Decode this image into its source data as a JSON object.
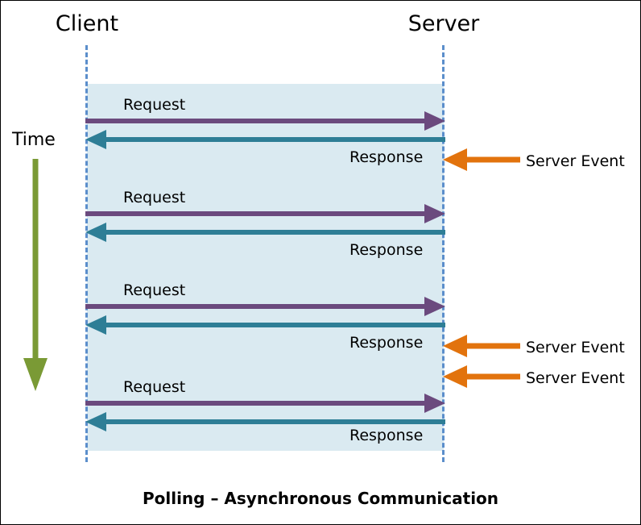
{
  "diagram": {
    "caption": "Polling – Asynchronous Communication",
    "time_axis": {
      "label": "Time"
    },
    "participants": [
      {
        "id": "client",
        "label": "Client"
      },
      {
        "id": "server",
        "label": "Server"
      }
    ],
    "exchanges": [
      {
        "request_label": "Request",
        "response_label": "Response"
      },
      {
        "request_label": "Request",
        "response_label": "Response"
      },
      {
        "request_label": "Request",
        "response_label": "Response"
      },
      {
        "request_label": "Request",
        "response_label": "Response"
      }
    ],
    "server_events": [
      {
        "label": "Server Event"
      },
      {
        "label": "Server Event"
      },
      {
        "label": "Server Event"
      }
    ],
    "colors": {
      "request_arrow": "#6b4a7e",
      "response_arrow": "#2e7e96",
      "server_event_arrow": "#e2730d",
      "time_arrow": "#7a9a35",
      "lifeline": "#5b8ecb",
      "band_fill": "#daeaf1",
      "border": "#000000",
      "text": "#000000"
    }
  }
}
